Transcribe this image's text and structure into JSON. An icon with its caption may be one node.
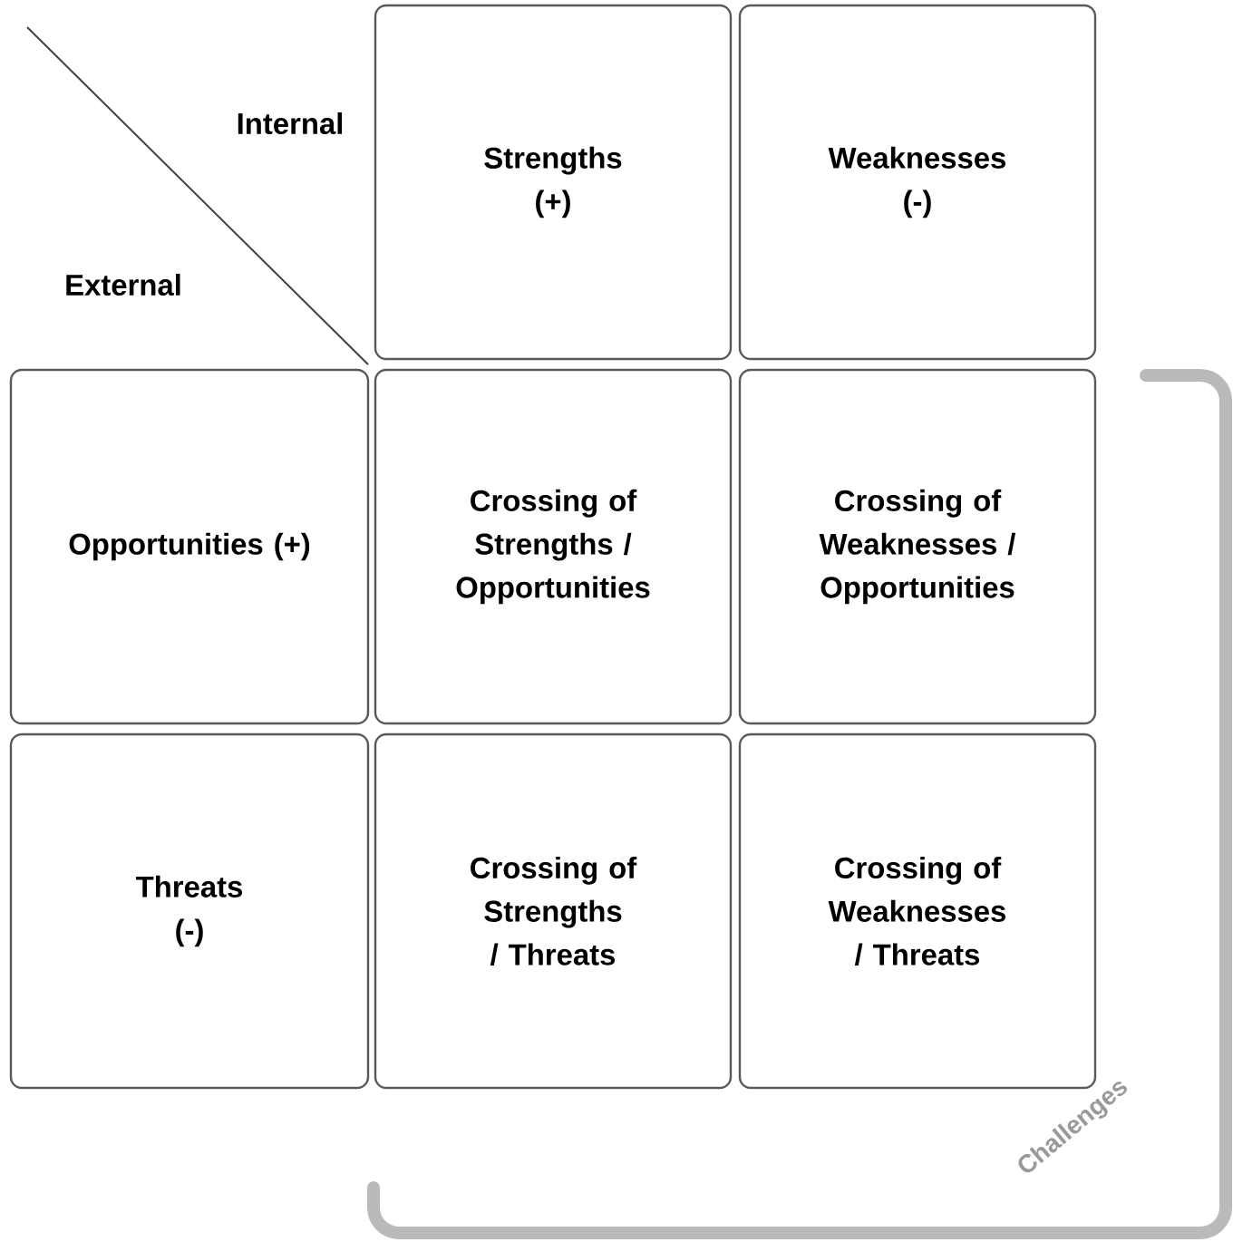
{
  "diagram": {
    "nodes": [
      {
        "text": [
          "Strengths (+)"
        ]
      },
      {
        "text": [
          "Weaknesses (-)"
        ]
      },
      {
        "text": [
          "Opportunities (+)"
        ]
      },
      {
        "text": [
          "Crossing of Strengths / Opportunities"
        ]
      },
      {
        "text": [
          "Crossing of Weaknesses / Opportunities"
        ]
      },
      {
        "text": [
          "Threats (-)"
        ]
      },
      {
        "text": [
          "Crossing of Strengths / Threats"
        ]
      },
      {
        "text": [
          "Crossing of Weaknesses / Threats"
        ]
      }
    ],
    "labels": [
      "Internal",
      "External",
      "Challenges"
    ]
  }
}
